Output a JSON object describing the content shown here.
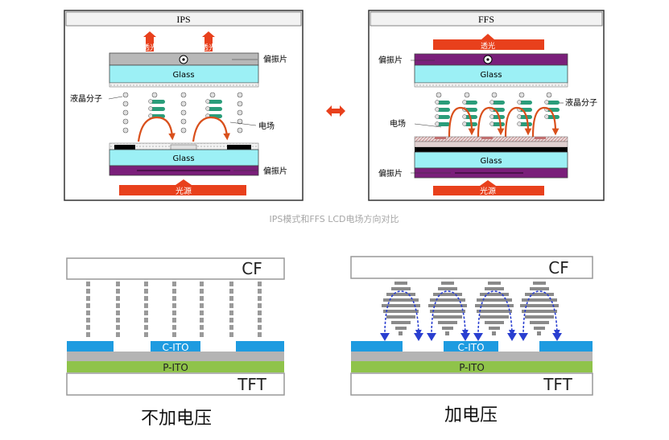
{
  "ips_panel": {
    "title": "IPS",
    "top_light_left": "透光",
    "top_light_right": "透光",
    "polarizer_top": "偏振片",
    "glass_top": "Glass",
    "lc_molecule": "液晶分子",
    "electric_field": "电场",
    "glass_bottom": "Glass",
    "polarizer_bottom": "偏振片",
    "backlight": "光源"
  },
  "ffs_panel": {
    "title": "FFS",
    "top_light": "透光",
    "polarizer_top": "偏振片",
    "glass_top": "Glass",
    "lc_molecule": "液晶分子",
    "electric_field": "电场",
    "glass_bottom": "Glass",
    "polarizer_bottom": "偏振片",
    "backlight": "光源"
  },
  "caption": "IPS模式和FFS LCD电场方向对比",
  "left_diagram": {
    "cf": "CF",
    "c_ito": "C-ITO",
    "p_ito": "P-ITO",
    "tft": "TFT",
    "label": "不加电压"
  },
  "right_diagram": {
    "cf": "CF",
    "c_ito": "C-ITO",
    "p_ito": "P-ITO",
    "tft": "TFT",
    "label": "加电压"
  },
  "colors": {
    "light_arrow": "#e8401c",
    "polarizer_gray": "#b8b8b8",
    "polarizer_purple": "#7a1f7a",
    "glass": "#9cf0f5",
    "lc_teal": "#2a9d7a",
    "field_arrow": "#d9501c",
    "ito_blue": "#1e9be0",
    "pito_green": "#8fc34a",
    "gray_layer": "#b4b4b4",
    "field_dash": "#2a3fd0"
  }
}
